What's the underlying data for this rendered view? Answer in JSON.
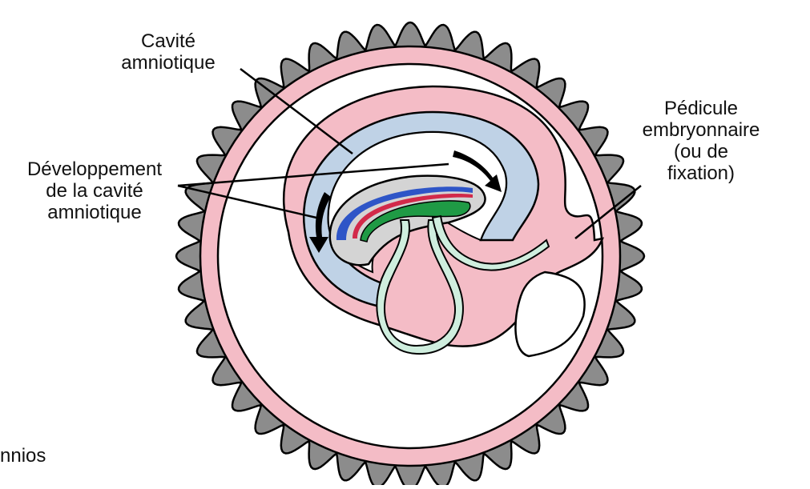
{
  "labels": {
    "amniotic_cavity": "Cavité\namniotique",
    "development": "Développement\nde la cavité\namniotique",
    "connecting_stalk": "Pédicule\nembryonnaire\n(ou de\nfixation)",
    "amnios_fragment": "nnios"
  },
  "colors": {
    "villi": "#8c8c8c",
    "chorion": "#f4bcc6",
    "amnion": "#bfd2e6",
    "embryo": "#d4d4d4",
    "ectoderm": "#2e55c7",
    "mesoderm": "#d22a4a",
    "endoderm": "#1f9a45",
    "yolk_sac": "#cfeede",
    "arrow": "#000000"
  },
  "structure": {
    "villi_count": 44
  }
}
